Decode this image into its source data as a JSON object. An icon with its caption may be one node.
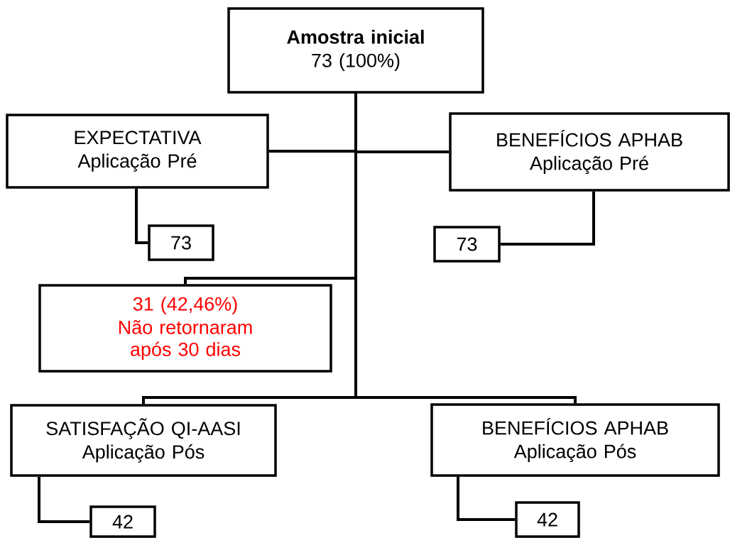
{
  "diagram": {
    "nodes": [
      {
        "text": [
          "Amostra inicial",
          "73 (100%)"
        ]
      },
      {
        "text": [
          "EXPECTATIVA",
          "Aplicação Pré"
        ]
      },
      {
        "text": [
          "BENEFÍCIOS APHAB",
          "Aplicação Pré"
        ]
      },
      {
        "text": [
          "73"
        ]
      },
      {
        "text": [
          "73"
        ]
      },
      {
        "text": [
          "31 (42,46%)",
          "Não retornaram após 30 dias"
        ]
      },
      {
        "text": [
          "SATISFAÇÃO QI-AASI",
          "Aplicação Pós"
        ]
      },
      {
        "text": [
          "BENEFÍCIOS APHAB",
          "Aplicação Pós"
        ]
      },
      {
        "text": [
          "42"
        ]
      },
      {
        "text": [
          "42"
        ]
      }
    ],
    "edges": [
      {
        "from": 0,
        "to": 1,
        "arrow": "none"
      },
      {
        "from": 0,
        "to": 2,
        "arrow": "none"
      },
      {
        "from": 1,
        "to": 3,
        "arrow": "none"
      },
      {
        "from": 2,
        "to": 4,
        "arrow": "none"
      },
      {
        "from": 0,
        "to": 5,
        "arrow": "none"
      },
      {
        "from": 0,
        "to": 6,
        "arrow": "none"
      },
      {
        "from": 0,
        "to": 7,
        "arrow": "none"
      },
      {
        "from": 6,
        "to": 8,
        "arrow": "none"
      },
      {
        "from": 7,
        "to": 9,
        "arrow": "none"
      }
    ]
  }
}
